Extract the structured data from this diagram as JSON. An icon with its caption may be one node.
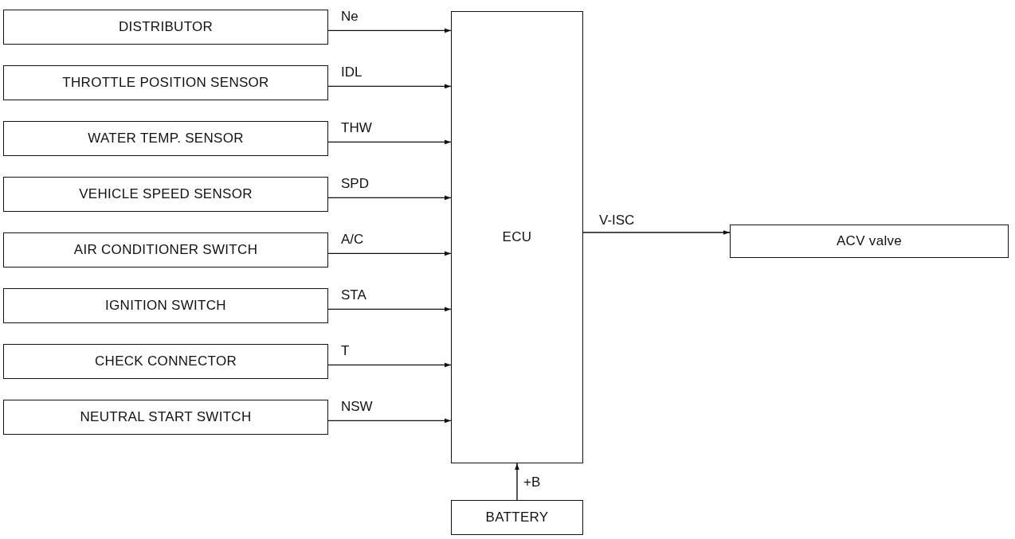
{
  "diagram": {
    "nodes": [
      {
        "text": [
          "DISTRIBUTOR"
        ]
      },
      {
        "text": [
          "THROTTLE POSITION SENSOR"
        ]
      },
      {
        "text": [
          "WATER TEMP. SENSOR"
        ]
      },
      {
        "text": [
          "VEHICLE SPEED SENSOR"
        ]
      },
      {
        "text": [
          "AIR CONDITIONER SWITCH"
        ]
      },
      {
        "text": [
          "IGNITION SWITCH"
        ]
      },
      {
        "text": [
          "CHECK CONNECTOR"
        ]
      },
      {
        "text": [
          "NEUTRAL START SWITCH"
        ]
      },
      {
        "text": [
          "ECU"
        ]
      },
      {
        "text": [
          "ACV valve"
        ]
      },
      {
        "text": [
          "BATTERY"
        ]
      }
    ],
    "edges": [
      {
        "from": 0,
        "to": 8,
        "arrow": "to",
        "label": "Ne"
      },
      {
        "from": 1,
        "to": 8,
        "arrow": "to",
        "label": "IDL"
      },
      {
        "from": 2,
        "to": 8,
        "arrow": "to",
        "label": "THW"
      },
      {
        "from": 3,
        "to": 8,
        "arrow": "to",
        "label": "SPD"
      },
      {
        "from": 4,
        "to": 8,
        "arrow": "to",
        "label": "A/C"
      },
      {
        "from": 5,
        "to": 8,
        "arrow": "to",
        "label": "STA"
      },
      {
        "from": 6,
        "to": 8,
        "arrow": "to",
        "label": "T"
      },
      {
        "from": 7,
        "to": 8,
        "arrow": "to",
        "label": "NSW"
      },
      {
        "from": 8,
        "to": 9,
        "arrow": "to",
        "label": "V-ISC"
      },
      {
        "from": 10,
        "to": 8,
        "arrow": "to",
        "label": "+B"
      }
    ]
  }
}
